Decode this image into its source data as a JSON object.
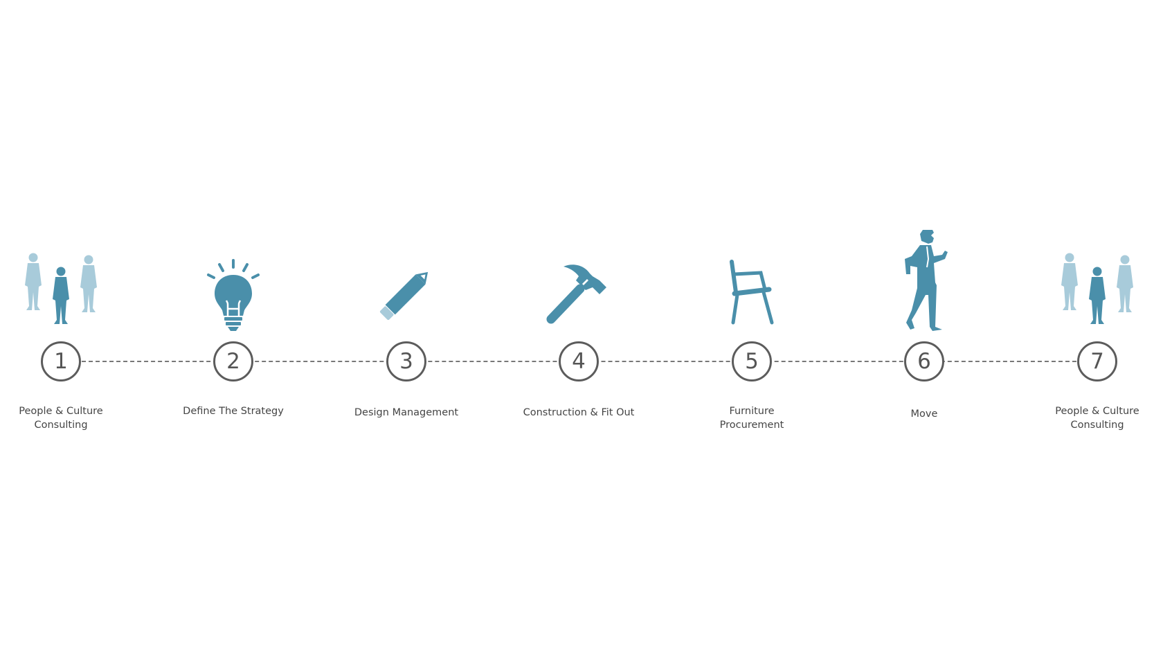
{
  "colors": {
    "accent": "#4a8faa",
    "accent_light": "#a8cbda",
    "circle_border": "#5c5c5c",
    "dashed_line": "#777777",
    "text": "#444444"
  },
  "steps": [
    {
      "number": "1",
      "label_line1": "People & Culture",
      "label_line2": "Consulting",
      "icon": "people-icon"
    },
    {
      "number": "2",
      "label_line1": "Define The Strategy",
      "label_line2": "",
      "icon": "lightbulb-icon"
    },
    {
      "number": "3",
      "label_line1": "Design Management",
      "label_line2": "",
      "icon": "pencil-icon"
    },
    {
      "number": "4",
      "label_line1": "Construction & Fit Out",
      "label_line2": "",
      "icon": "hammer-icon"
    },
    {
      "number": "5",
      "label_line1": "Furniture",
      "label_line2": "Procurement",
      "icon": "chair-icon"
    },
    {
      "number": "6",
      "label_line1": "Move",
      "label_line2": "",
      "icon": "walking-man-icon"
    },
    {
      "number": "7",
      "label_line1": "People & Culture",
      "label_line2": "Consulting",
      "icon": "people-icon"
    }
  ]
}
